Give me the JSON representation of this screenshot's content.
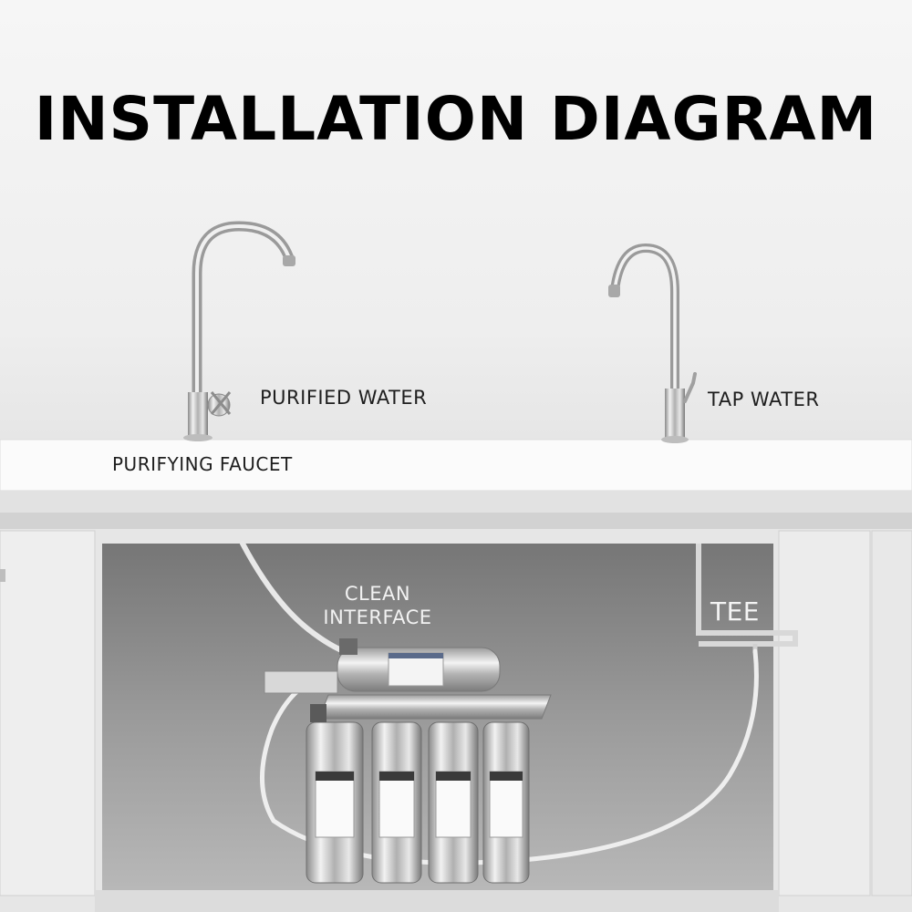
{
  "title": "INSTALLATION DIAGRAM",
  "labels": {
    "purified_water": "PURIFIED WATER",
    "tap_water": "TAP WATER",
    "purifying_faucet": "PURIFYING FAUCET",
    "clean_interface_line1": "CLEAN",
    "clean_interface_line2": "INTERFACE",
    "tee": "TEE"
  },
  "colors": {
    "background": "#f4f4f4",
    "countertop": "#fafafa",
    "cabinet_interior": "#8c8c8c",
    "label_text": "#1e1e1e",
    "title_text": "#000000",
    "steel": "#c8c8c8"
  }
}
